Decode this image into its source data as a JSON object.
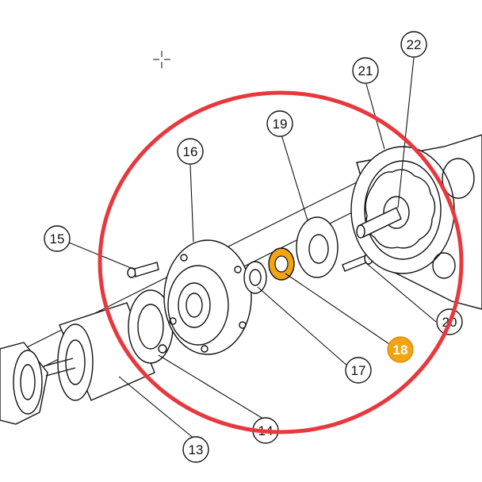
{
  "callouts": [
    {
      "id": "13",
      "label": "13",
      "highlighted": false
    },
    {
      "id": "14",
      "label": "14",
      "highlighted": false
    },
    {
      "id": "15",
      "label": "15",
      "highlighted": false
    },
    {
      "id": "16",
      "label": "16",
      "highlighted": false
    },
    {
      "id": "17",
      "label": "17",
      "highlighted": false
    },
    {
      "id": "18",
      "label": "18",
      "highlighted": true
    },
    {
      "id": "19",
      "label": "19",
      "highlighted": false
    },
    {
      "id": "20",
      "label": "20",
      "highlighted": false
    },
    {
      "id": "21",
      "label": "21",
      "highlighted": false
    },
    {
      "id": "22",
      "label": "22",
      "highlighted": false
    }
  ],
  "colors": {
    "highlight_ring": "#e8383d",
    "highlight_part": "#f2a413",
    "ink": "#111111",
    "background": "#ffffff"
  },
  "icons": {
    "cursor": "crosshair-icon"
  }
}
